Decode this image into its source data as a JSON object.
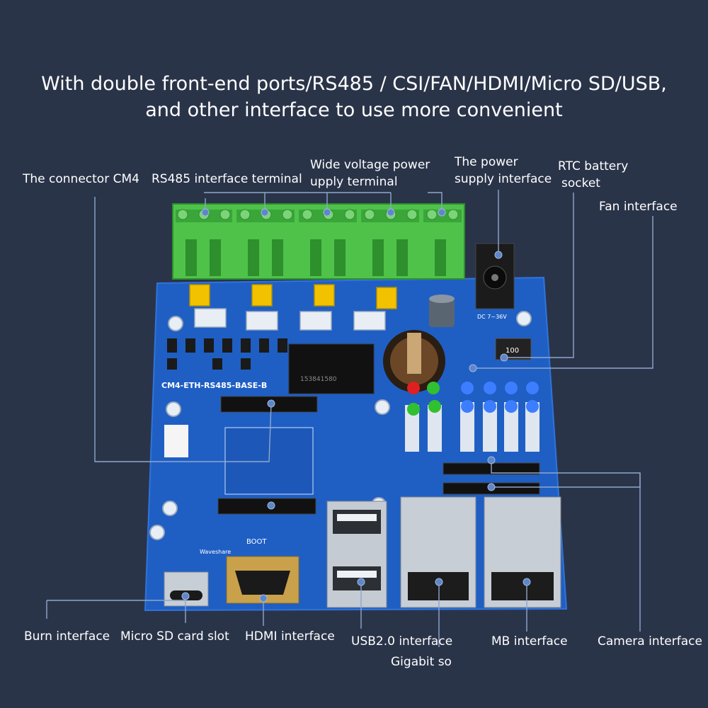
{
  "headline": {
    "line1": "With double front-end ports/RS485 / CSI/FAN/HDMI/Micro SD/USB,",
    "line2": "and other interface to use more convenient"
  },
  "labels": {
    "connector_cm4": "The connector CM4",
    "rs485_terminal": "RS485 interface terminal",
    "wide_voltage_line1": "Wide voltage power",
    "wide_voltage_line2": "upply terminal",
    "power_supply_line1": "The power",
    "power_supply_line2": "supply interface",
    "rtc_line1": "RTC battery",
    "rtc_line2": "socket",
    "fan": "Fan interface",
    "burn": "Burn interface",
    "micro_sd": "Micro SD card slot",
    "hdmi": "HDMI interface",
    "usb": "USB2.0 interface",
    "gigabit": "Gigabit so",
    "mb": "MB interface",
    "camera": "Camera interface"
  },
  "board": {
    "silkscreen_name": "CM4-ETH-RS485-BASE-B",
    "boot_label": "BOOT",
    "brand": "Waveshare",
    "dc_label": "DC 7~36V",
    "inductor_label": "100",
    "chip_label": "153841580"
  },
  "colors": {
    "background": "#2a3449",
    "pcb": "#1f5fc4",
    "terminal_green": "#4fc24a",
    "jumper_yellow": "#f2c200",
    "leader_line": "#8fa6cc"
  }
}
